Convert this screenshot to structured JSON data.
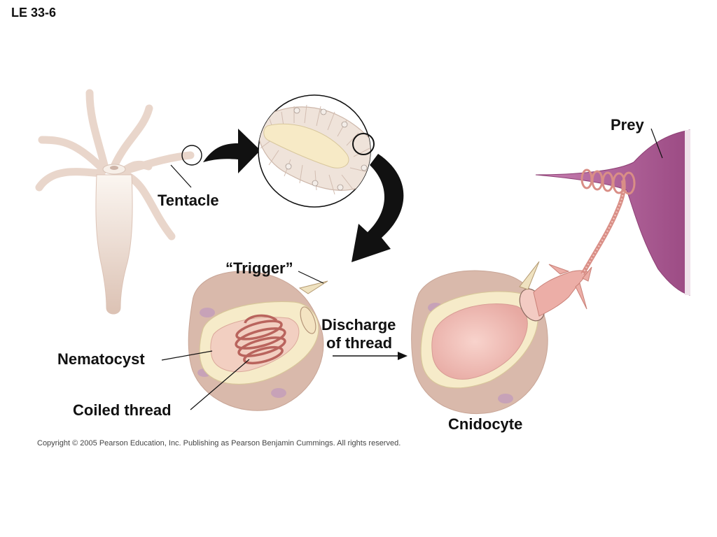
{
  "figure_id": "LE 33-6",
  "labels": {
    "tentacle": "Tentacle",
    "prey": "Prey",
    "trigger": "“Trigger”",
    "discharge_line1": "Discharge",
    "discharge_line2": "of thread",
    "nematocyst": "Nematocyst",
    "coiled_thread": "Coiled thread",
    "cnidocyte": "Cnidocyte"
  },
  "copyright": "Copyright ©  2005 Pearson Education, Inc. Publishing as Pearson Benjamin Cummings. All rights reserved.",
  "colors": {
    "hydra_body": "#efe2d8",
    "cell_tissue": "#d7b8ac",
    "capsule": "#f6ebc9",
    "thread": "#b9645d",
    "prey": "#a9558f",
    "arrow": "#111111"
  }
}
